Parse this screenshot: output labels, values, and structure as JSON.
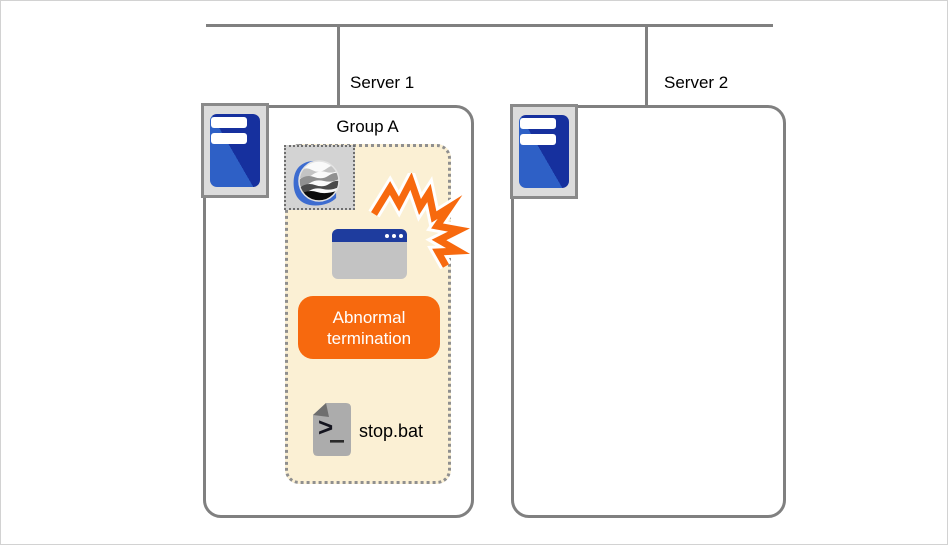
{
  "network": {
    "server1_label": "Server 1",
    "server2_label": "Server 2"
  },
  "group": {
    "label": "Group A",
    "status_label": "Abnormal termination",
    "script_label": "stop.bat"
  },
  "icons": {
    "server": "server-tower-icon",
    "app_logo": "clustered-app-logo-icon",
    "window": "application-window-icon",
    "crash": "crash-explosion-icon",
    "batch": "batch-file-icon"
  },
  "colors": {
    "line_gray": "#808080",
    "group_fill": "#fbf0d4",
    "accent_orange": "#f7690e",
    "titlebar_navy": "#1e3c9e",
    "server_blue_light": "#2e60c6",
    "server_blue_dark": "#16309e"
  }
}
